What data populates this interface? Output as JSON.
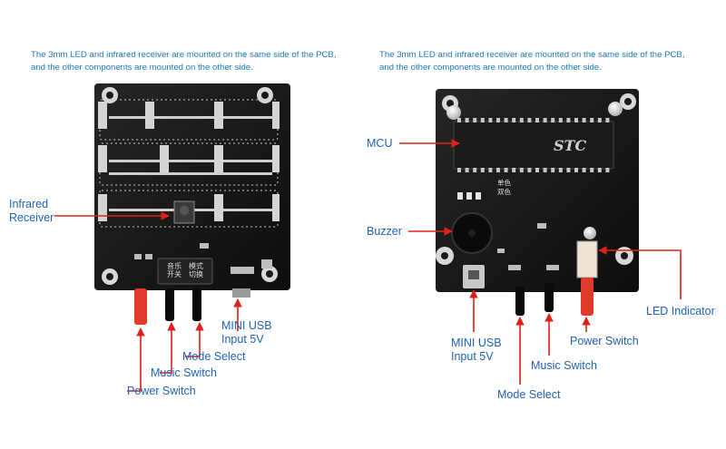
{
  "captions": {
    "left": {
      "line1": "The 3mm LED and infrared receiver are mounted on the same side of the PCB,",
      "line2": "and the other components are mounted on the other side."
    },
    "right": {
      "line1": "The 3mm LED and infrared receiver are mounted on the same side of the PCB,",
      "line2": "and the other components are mounted on the other side."
    }
  },
  "left_board": {
    "silkscreen": {
      "music_switch_cn_1": "音乐",
      "music_switch_cn_2": "开关",
      "mode_select_cn_1": "模式",
      "mode_select_cn_2": "切换"
    },
    "labels": {
      "infrared_1": "Infrared",
      "infrared_2": "Receiver",
      "mini_usb_1": "MINI USB",
      "mini_usb_2": "Input 5V",
      "mode_select": "Mode Select",
      "music_switch": "Music Switch",
      "power_switch": "Power Switch"
    }
  },
  "right_board": {
    "silkscreen": {
      "mcu_chip": "STC",
      "mono_label": "单色",
      "dual_label": "双色"
    },
    "labels": {
      "mcu": "MCU",
      "buzzer": "Buzzer",
      "led_indicator": "LED Indicator",
      "mini_usb_1": "MINI USB",
      "mini_usb_2": "Input 5V",
      "power_switch": "Power Switch",
      "music_switch": "Music Switch",
      "mode_select": "Mode Select"
    }
  },
  "colors": {
    "caption": "#1c7bbf",
    "label": "#1e63b6",
    "pointer": "#e0201b",
    "pcb": "#141414",
    "pad": "#c9c9c9"
  }
}
